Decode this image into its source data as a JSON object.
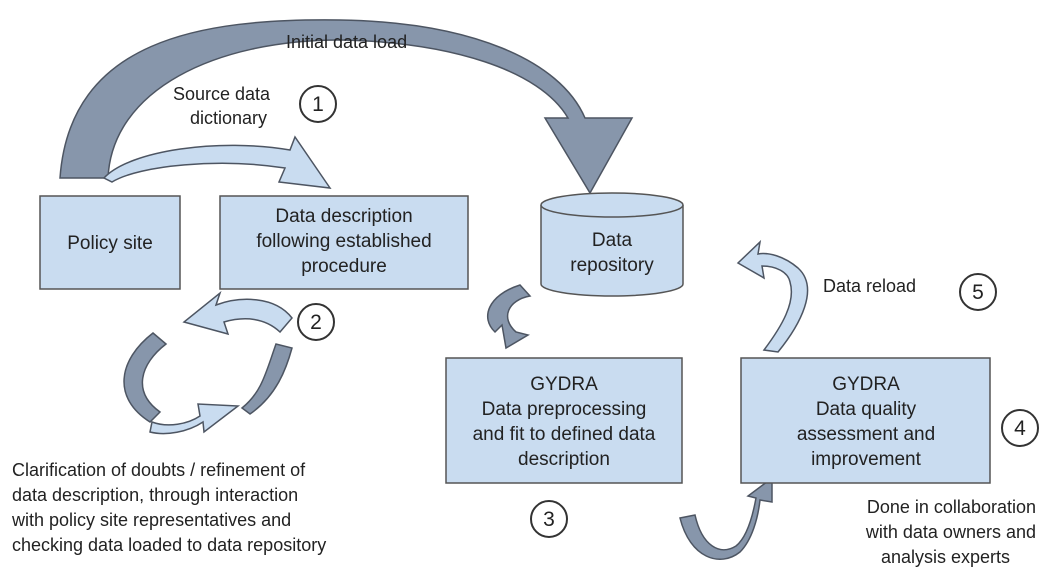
{
  "colors": {
    "box_fill": "#c9dcf0",
    "box_stroke": "#555555",
    "arrow_light": "#c9dcf0",
    "arrow_dark": "#8796ab",
    "arrow_stroke": "#4d5562"
  },
  "arrows": {
    "initial_load": "Initial data load",
    "source_dictionary_line1": "Source data",
    "source_dictionary_line2": "dictionary",
    "data_reload": "Data reload"
  },
  "nodes": {
    "policy_site": "Policy site",
    "data_description": [
      "Data description",
      "following established",
      "procedure"
    ],
    "data_repository": [
      "Data",
      "repository"
    ],
    "gydra_preprocessing": [
      "GYDRA",
      "Data preprocessing",
      "and fit to defined data",
      "description"
    ],
    "gydra_quality": [
      "GYDRA",
      "Data quality",
      "assessment and",
      "improvement"
    ]
  },
  "steps": [
    "1",
    "2",
    "3",
    "4",
    "5"
  ],
  "notes": {
    "clarification": [
      "Clarification of doubts / refinement of",
      "data description, through interaction",
      "with policy site representatives and",
      "checking data loaded to data repository"
    ],
    "collaboration": [
      "Done in collaboration",
      "with data owners and",
      "analysis experts"
    ]
  }
}
